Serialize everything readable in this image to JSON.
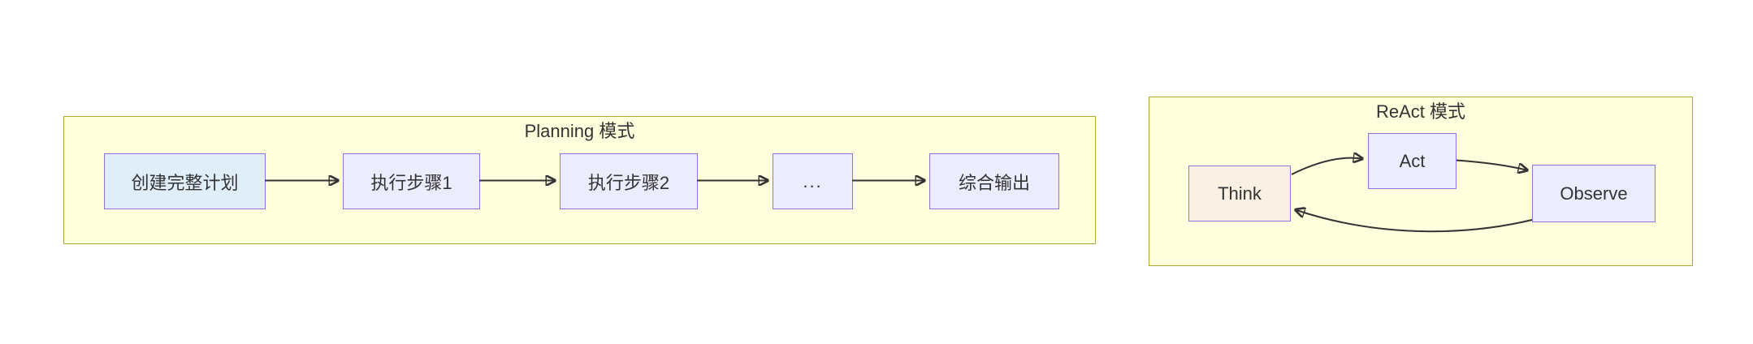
{
  "clusters": {
    "planning": {
      "title": "Planning 模式",
      "nodes": {
        "create_plan": "创建完整计划",
        "step1": "执行步骤1",
        "step2": "执行步骤2",
        "ellipsis": "...",
        "output": "综合输出"
      },
      "edges": [
        {
          "from": "创建完整计划",
          "to": "执行步骤1"
        },
        {
          "from": "执行步骤1",
          "to": "执行步骤2"
        },
        {
          "from": "执行步骤2",
          "to": "..."
        },
        {
          "from": "...",
          "to": "综合输出"
        }
      ]
    },
    "react": {
      "title": "ReAct 模式",
      "nodes": {
        "think": "Think",
        "act": "Act",
        "observe": "Observe"
      },
      "edges": [
        {
          "from": "Think",
          "to": "Act"
        },
        {
          "from": "Act",
          "to": "Observe"
        },
        {
          "from": "Observe",
          "to": "Think"
        }
      ]
    }
  },
  "colors": {
    "page_background": "#ffffff",
    "cluster_fill": "#ffffde",
    "cluster_border": "#aaaa33",
    "node_fill": "#ececff",
    "node_border": "#9370db",
    "create_plan_node_fill": "#e0eefa",
    "think_node_fill": "#faf0e3",
    "edge_color": "#333333",
    "text_color": "#333333"
  }
}
